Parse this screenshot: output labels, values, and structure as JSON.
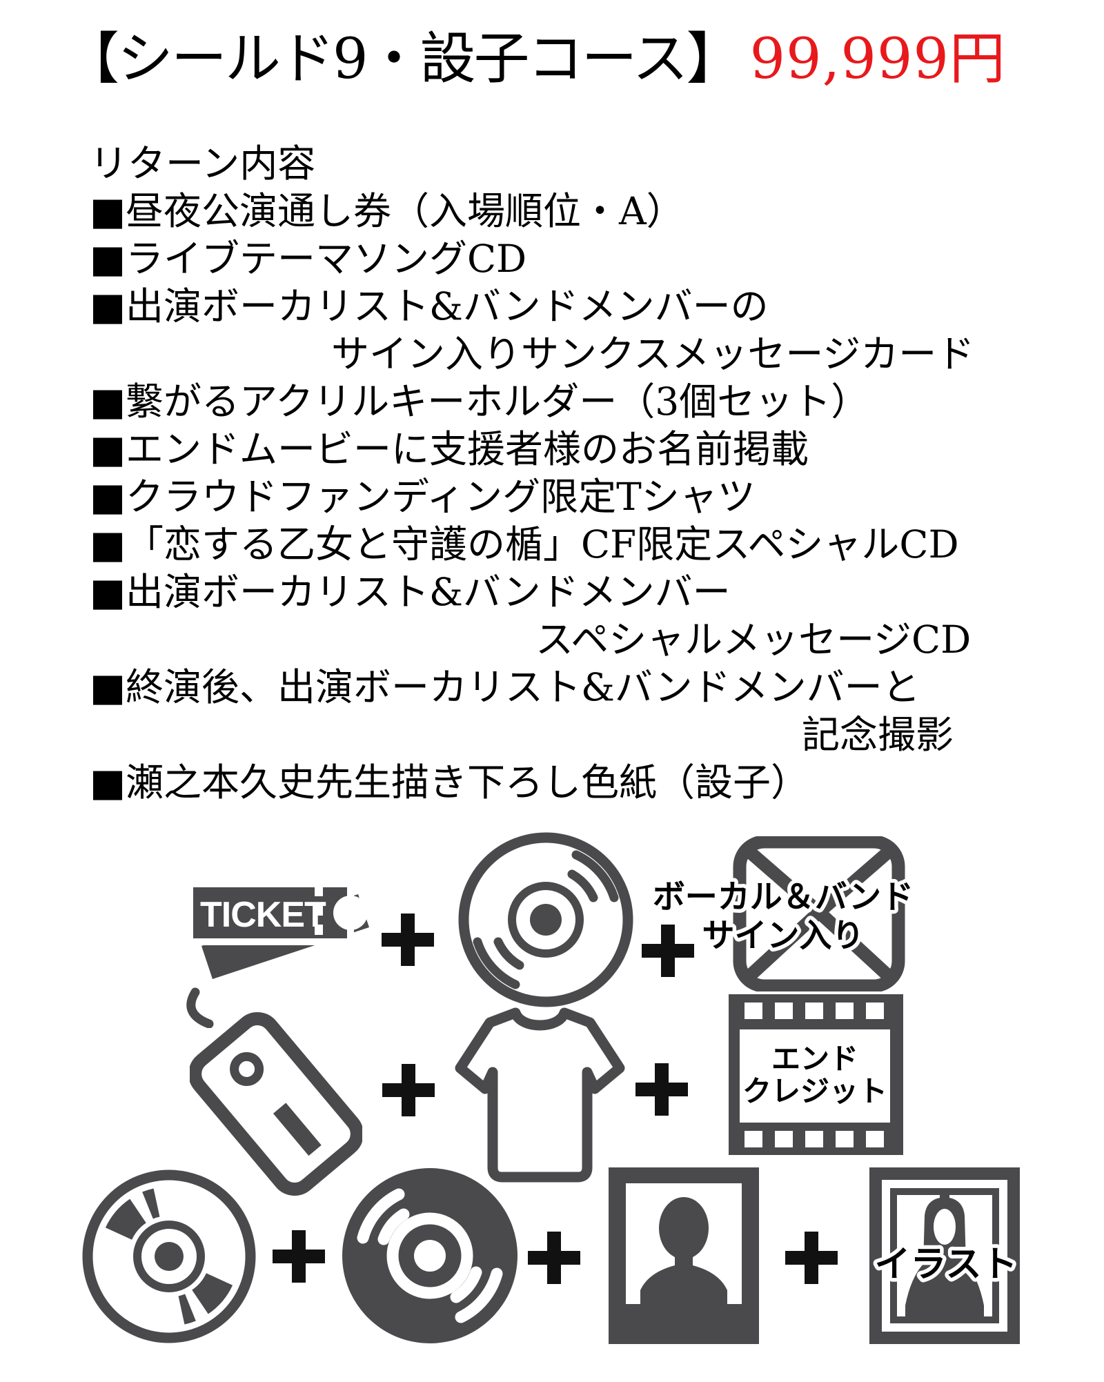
{
  "title": {
    "course": "【シールド9・設子コース】",
    "price": "99,999円"
  },
  "returns": {
    "lines": [
      "リターン内容",
      "■昼夜公演通し券（入場順位・A）",
      "■ライブテーマソングCD",
      "■出演ボーカリスト&バンドメンバーの",
      "サイン入りサンクスメッセージカード",
      "■繋がるアクリルキーホルダー（3個セット）",
      "■エンドムービーに支援者様のお名前掲載",
      "■クラウドファンディング限定Tシャツ",
      "■「恋する乙女と守護の楯」CF限定スペシャルCD",
      "■出演ボーカリスト&バンドメンバー",
      "スペシャルメッセージCD",
      "■終演後、出演ボーカリスト&バンドメンバーと",
      "記念撮影",
      "■瀬之本久史先生描き下ろし色紙（設子）"
    ]
  },
  "icons": {
    "ticket_label": "TICKET",
    "envelope_caption_line1": "ボーカル＆バンド",
    "envelope_caption_line2": "サイン入り",
    "film_caption_line1": "エンド",
    "film_caption_line2": "クレジット",
    "illustration_caption": "イラスト"
  },
  "colors": {
    "icon_gray": "#4a4a4c",
    "price_red": "#e8191c",
    "ink": "#111111"
  }
}
